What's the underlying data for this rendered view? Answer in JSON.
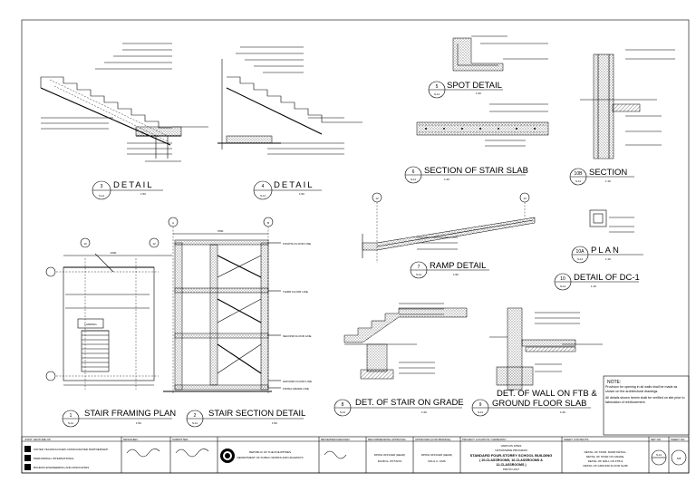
{
  "details": {
    "d3": {
      "num": "3",
      "sheet": "S-11",
      "title": "DETAIL",
      "scale": "1:50"
    },
    "d4": {
      "num": "4",
      "sheet": "S-11",
      "title": "DETAIL",
      "scale": "1:50"
    },
    "d5": {
      "num": "5",
      "sheet": "S-11",
      "title": "SPOT DETAIL",
      "scale": "1:20"
    },
    "d6": {
      "num": "6",
      "sheet": "S-11",
      "title": "SECTION OF STAIR SLAB",
      "scale": "1:20"
    },
    "d7": {
      "num": "7",
      "sheet": "S-11",
      "title": "RAMP DETAIL",
      "scale": "1:50"
    },
    "d8": {
      "num": "8",
      "sheet": "S-11",
      "title": "DET. OF STAIR ON GRADE",
      "scale": "1:20"
    },
    "d9": {
      "num": "9",
      "sheet": "S-11",
      "title1": "DET. OF WALL ON FTB &",
      "title2": "GROUND FLOOR SLAB",
      "scale": "1:20"
    },
    "d10": {
      "num": "10",
      "sheet": "S-11",
      "title": "DETAIL OF DC-1",
      "scale": "1:10"
    },
    "d10a": {
      "num": "10A",
      "sheet": "S-11",
      "title": "PLAN",
      "scale": "1:10"
    },
    "d10b": {
      "num": "10B",
      "sheet": "S-11",
      "title": "SECTION",
      "scale": "1:10"
    },
    "d1": {
      "num": "1",
      "sheet": "S-11",
      "title": "STAIR FRAMING PLAN",
      "scale": "1:50"
    },
    "d2": {
      "num": "2",
      "sheet": "S-11",
      "title": "STAIR SECTION DETAIL",
      "scale": "1:50"
    }
  },
  "labels": {
    "dim_7000": "7000",
    "dim_3400": "3400",
    "grid_a": "A",
    "grid_b": "B",
    "grid_12": "12",
    "grid_13": "13",
    "fourth_floor": "FOURTH FLOOR LINE",
    "third_floor": "THIRD FLOOR LINE",
    "second_floor": "SECOND FLOOR LINE",
    "ground_floor": "GROUND FLOOR LINE",
    "finish_grade": "FINISH GRADE LINE",
    "landing": "LANDING"
  },
  "notes": {
    "heading": "NOTE:",
    "p1": "Provision for opening in all walls shall be made as shown on the architectural drawings.",
    "p2": "All details shown herein shall be verified on site prior to fabrication of reinforcement."
  },
  "title_block": {
    "joint_venture": "JOINT VENTURE OF:",
    "jv1": "UNITED TECHNOLOGIES CONSOLIDATED PARTNERSHIP",
    "jv2": "PERFORMALL INTERNATIONAL",
    "jv3": "BOHRAN ENGINEERING AND ASSOCIATES",
    "designed": "DESIGNED:",
    "submitted": "SUBMITTED:",
    "agency1": "REPUBLIC OF THE PHILIPPINES",
    "agency2": "DEPARTMENT OF PUBLIC WORKS AND HIGHWAYS",
    "reviewed": "REVIEWED/CHECKED:",
    "recommending": "RECOMMENDING APPROVAL:",
    "approved": "APPROVED (FOR BIDDING):",
    "project_label": "PROJECT LOCATION / NAME/WAY:",
    "sheet_contents_label": "SHEET CONTENTS:",
    "sig2_role": "DPWH OFFICER (HEAD)",
    "sig2_name": "DAVID E. PITTAN'S",
    "sig3_role": "DPWH OFFICER (HEAD)",
    "sig3_name": "RAUL C. ASIS",
    "proj1": "VARIOUS SITES",
    "proj2": "NATIONWIDE PROGRAM",
    "proj3": "STANDARD FOUR-STOREY SCHOOL BUILDING",
    "proj4": "( 20-CLASSROOMS, 16-CLASSROOMS &",
    "proj5": "12-CLASSROOMS )",
    "proj6": "PROTO 2017",
    "cont1": "DETAIL OF STAIR, RAMP DETAIL,",
    "cont2": "DETAIL OF STAIR ON GRADE,",
    "cont3": "DETAIL OF WALL ON FTB &",
    "cont4": "DETAIL OF GROUND FLOOR SLAB",
    "set_label": "SET NO.",
    "sheet_no_label": "SHEET NO.",
    "sheet_code": "S-11",
    "sheet_count": "S/8"
  }
}
